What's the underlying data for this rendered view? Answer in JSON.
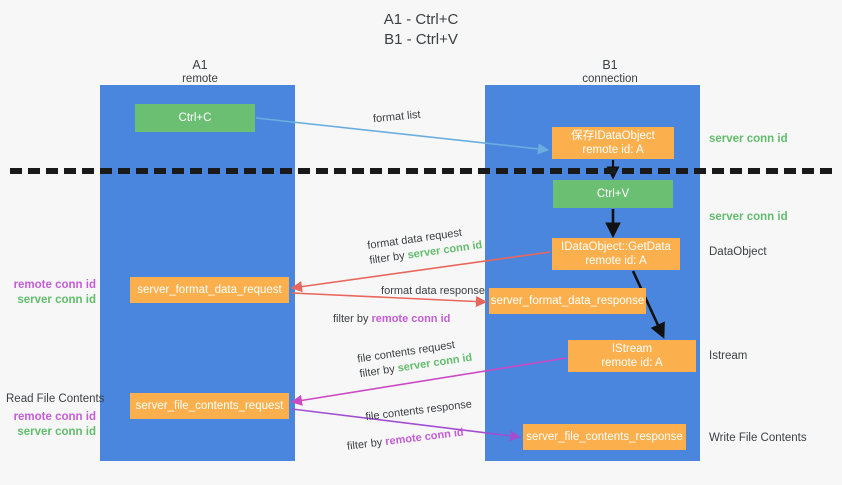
{
  "title": {
    "line1": "A1 - Ctrl+C",
    "line2": "B1 - Ctrl+V"
  },
  "columns": [
    {
      "id": "a1",
      "name": "A1",
      "sub": "remote"
    },
    {
      "id": "b1",
      "name": "B1",
      "sub": "connection"
    }
  ],
  "nodes": {
    "ctrl_c": {
      "line1": "Ctrl+C",
      "color": "#6bbf73"
    },
    "ctrl_v": {
      "line1": "Ctrl+V",
      "color": "#6bbf73"
    },
    "idataobject_store": {
      "line1": "保存IDataObject",
      "line2": "remote id: A",
      "color": "#fbb04d"
    },
    "getdata": {
      "line1": "IDataObject::GetData",
      "line2": "remote id: A",
      "color": "#fbb04d"
    },
    "istream": {
      "line1": "IStream",
      "line2": "remote id: A",
      "color": "#fbb04d"
    },
    "server_format_data_request": {
      "line1": "server_format_data_request",
      "color": "#fbb04d"
    },
    "server_format_data_response": {
      "line1": "server_format_data_response",
      "color": "#fbb04d"
    },
    "server_file_contents_request": {
      "line1": "server_file_contents_request",
      "color": "#fbb04d"
    },
    "server_file_contents_response": {
      "line1": "server_file_contents_response",
      "color": "#fbb04d"
    }
  },
  "edge_labels": {
    "format_list": "format list",
    "format_data_request": "format data request",
    "format_data_response": "format data response",
    "file_contents_request": "file contents request",
    "file_contents_response": "file contents response",
    "filter_by": "filter by "
  },
  "tokens": {
    "server_conn_id": "server conn id",
    "remote_conn_id": "remote conn id"
  },
  "annotations": {
    "server_conn_id_top": "server conn id",
    "server_conn_id_mid": "server conn id",
    "dataobject": "DataObject",
    "istream": "Istream",
    "write_file_contents": "Write File Contents",
    "read_file_contents": "Read File Contents"
  },
  "colors": {
    "lane": "#4a86dd",
    "green_node": "#6bbf73",
    "orange_node": "#fbb04d",
    "server_token": "#62bd6d",
    "remote_token": "#c45dd6",
    "arrow_blue": "#6aaee0",
    "arrow_red": "#e8675c",
    "arrow_magenta": "#cc49c4",
    "arrow_purple": "#a14fd0",
    "arrow_black": "#111111",
    "background": "#f7f7f7"
  }
}
